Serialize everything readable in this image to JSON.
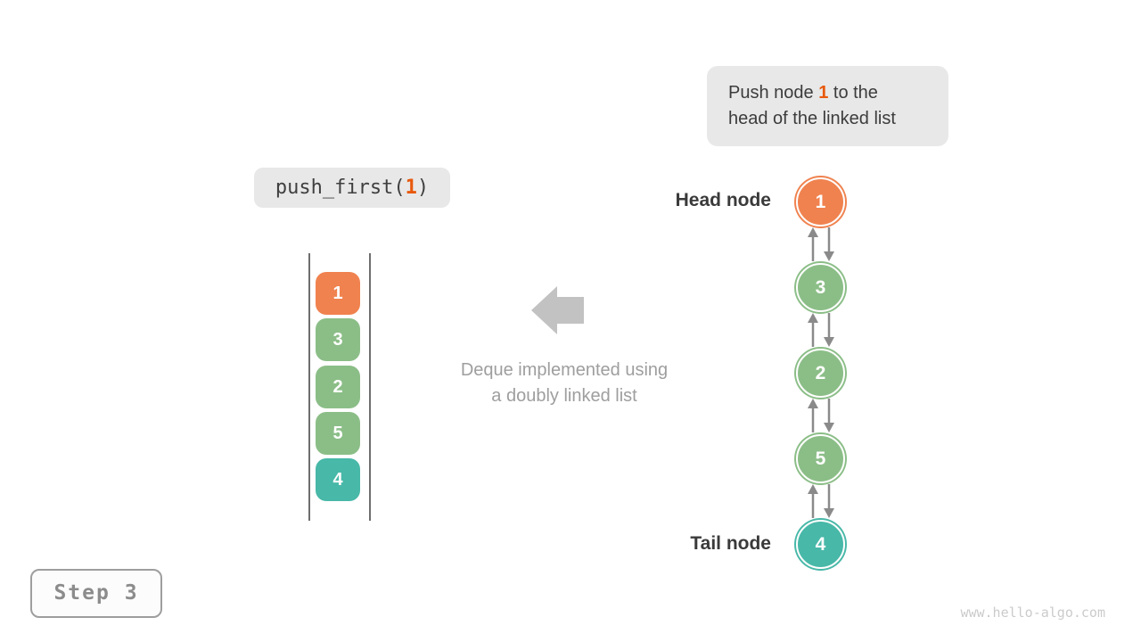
{
  "palette": {
    "orange": "#F0824F",
    "green": "#8BBE87",
    "teal": "#48B8A8",
    "accent_orange": "#E8590C",
    "arrow_gray": "#8A8A8A",
    "big_arrow_gray": "#C2C2C2",
    "box_bg": "#E8E8E8",
    "text_dark": "#3C3C3C",
    "text_gray": "#9E9E9E"
  },
  "callout": {
    "line1_pre": "Push node ",
    "line1_num": "1",
    "line1_post": " to the",
    "line2": "head of the linked list"
  },
  "code": {
    "pre": "push_first(",
    "arg": "1",
    "post": ")"
  },
  "stack": {
    "items": [
      {
        "value": "1",
        "color": "orange"
      },
      {
        "value": "3",
        "color": "green"
      },
      {
        "value": "2",
        "color": "green"
      },
      {
        "value": "5",
        "color": "green"
      },
      {
        "value": "4",
        "color": "teal"
      }
    ]
  },
  "caption": {
    "line1": "Deque implemented using",
    "line2": "a doubly linked list"
  },
  "linked_list": {
    "head_label": "Head node",
    "tail_label": "Tail node",
    "nodes": [
      {
        "value": "1",
        "color": "orange"
      },
      {
        "value": "3",
        "color": "green"
      },
      {
        "value": "2",
        "color": "green"
      },
      {
        "value": "5",
        "color": "green"
      },
      {
        "value": "4",
        "color": "teal"
      }
    ]
  },
  "footer": {
    "step_label": "Step 3",
    "watermark": "www.hello-algo.com"
  }
}
